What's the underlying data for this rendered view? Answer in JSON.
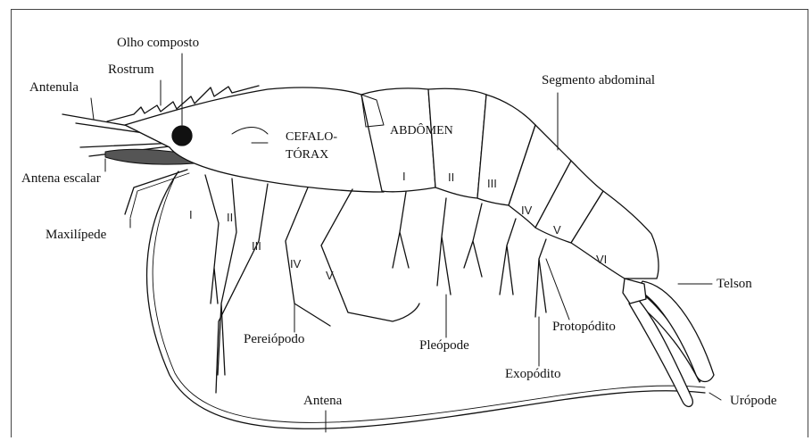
{
  "labels": {
    "olho_composto": "Olho composto",
    "rostrum": "Rostrum",
    "antenula": "Antenula",
    "antena_escalar": "Antena escalar",
    "maxilipede": "Maxilípede",
    "pereiopodo": "Pereiópodo",
    "pleopode": "Pleópode",
    "antena": "Antena",
    "segmento_abdominal": "Segmento abdominal",
    "telson": "Telson",
    "protopodito": "Protopódito",
    "exopodito": "Exopódito",
    "uropode": "Urópode"
  },
  "regions": {
    "cefalotorax_line1": "CEFALO-",
    "cefalotorax_line2": "TÓRAX",
    "abdomen": "ABDÔMEN"
  },
  "pereiopod_numerals": [
    "I",
    "II",
    "III",
    "IV",
    "V"
  ],
  "abdominal_numerals": [
    "I",
    "II",
    "III",
    "IV",
    "V",
    "VI"
  ]
}
